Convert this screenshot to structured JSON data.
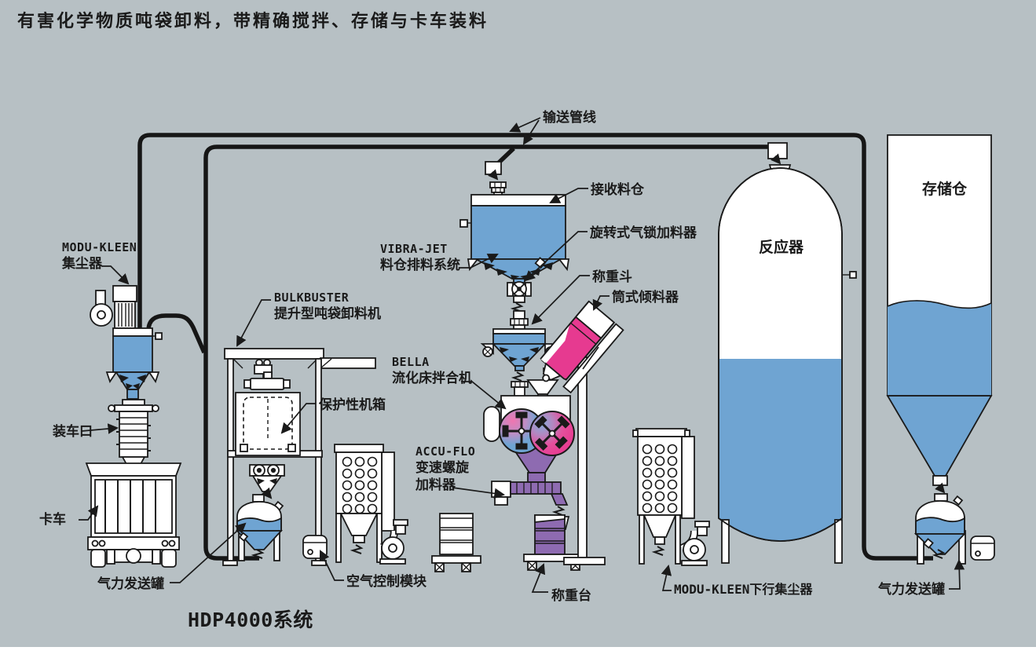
{
  "title": "有害化学物质吨袋卸料，带精确搅拌、存储与卡车装料",
  "system_name": "HDP4000系统",
  "colors": {
    "background": "#b7c0c4",
    "material_blue": "#6fa4d2",
    "magenta": "#e63a90",
    "purple": "#8e6bb1",
    "line_black": "#1a1a1a",
    "white": "#ffffff"
  },
  "labels": {
    "conveying_line": "输送管线",
    "receiving_silo": "接收料仓",
    "rotary_airlock": "旋转式气锁加料器",
    "weigh_hopper": "称重斗",
    "drum_tipper": "筒式倾料器",
    "vibra_jet_en": "VIBRA-JET",
    "vibra_jet_cn": "料仓排料系统",
    "bella_en": "BELLA",
    "bella_cn": "流化床拌合机",
    "accu_flo_en": "ACCU-FLO",
    "accu_flo_cn1": "变速螺旋",
    "accu_flo_cn2": "加料器",
    "modu_kleen_en": "MODU-KLEEN",
    "modu_kleen_cn": "集尘器",
    "bulkbuster_en": "BULKBUSTER",
    "bulkbuster_cn": "提升型吨袋卸料机",
    "protective_enclosure": "保护性机箱",
    "loading_spout": "装车口",
    "truck": "卡车",
    "pneumatic_vessel_left": "气力发送罐",
    "air_control_module": "空气控制模块",
    "weigh_platform": "称重台",
    "modu_kleen_downflow": "MODU-KLEEN下行集尘器",
    "pneumatic_vessel_right": "气力发送罐",
    "reactor": "反应器",
    "storage_silo": "存储仓"
  }
}
